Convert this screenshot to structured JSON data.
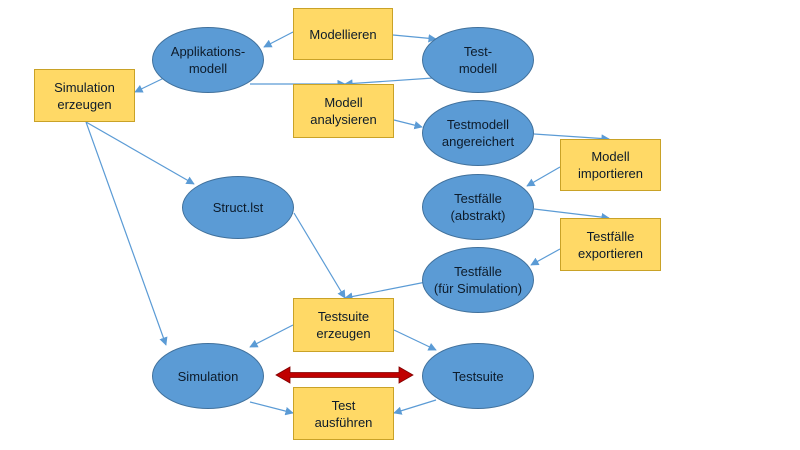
{
  "diagram": {
    "nodes": {
      "modellieren": "Modellieren",
      "applikationsmodell": "Applikations-\nmodell",
      "testmodell": "Test-\nmodell",
      "simulation_erzeugen": "Simulation\nerzeugen",
      "modell_analysieren": "Modell\nanalysieren",
      "testmodell_angereichert": "Testmodell\nangereichert",
      "modell_importieren": "Modell\nimportieren",
      "struct_lst": "Struct.lst",
      "testfaelle_abstrakt": "Testfälle\n(abstrakt)",
      "testfaelle_exportieren": "Testfälle\nexportieren",
      "testfaelle_simulation": "Testfälle\n(für Simulation)",
      "testsuite_erzeugen": "Testsuite\nerzeugen",
      "simulation": "Simulation",
      "testsuite": "Testsuite",
      "test_ausfuehren": "Test\nausführen"
    },
    "colors": {
      "ellipse_fill": "#5b9bd5",
      "ellipse_border": "#41719c",
      "box_fill": "#ffd966",
      "box_border": "#c9a227",
      "edge": "#5b9bd5",
      "double_arrow": "#c00000"
    }
  }
}
